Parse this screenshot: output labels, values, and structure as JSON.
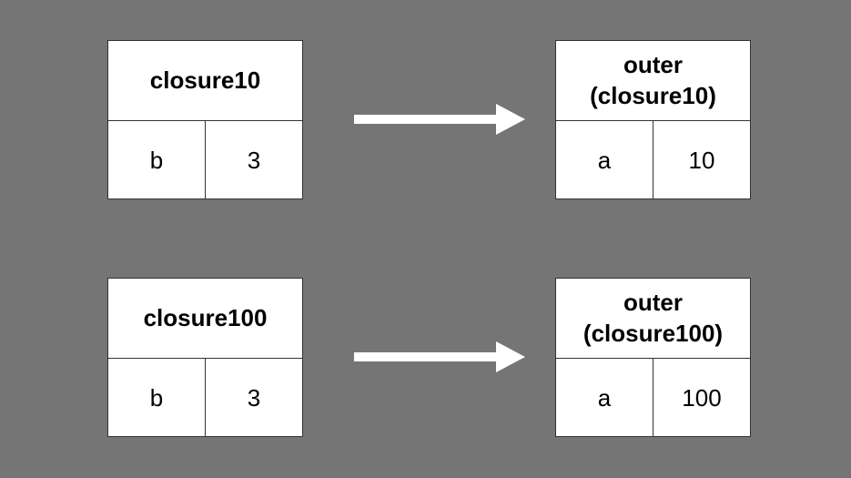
{
  "diagram": {
    "rows": [
      {
        "source": {
          "title": "closure10",
          "variable": "b",
          "value": "3"
        },
        "target": {
          "title_line1": "outer",
          "title_line2": "(closure10)",
          "variable": "a",
          "value": "10"
        }
      },
      {
        "source": {
          "title": "closure100",
          "variable": "b",
          "value": "3"
        },
        "target": {
          "title_line1": "outer",
          "title_line2": "(closure100)",
          "variable": "a",
          "value": "100"
        }
      }
    ]
  },
  "colors": {
    "background": "#757575",
    "box_fill": "#ffffff",
    "box_border": "#333333",
    "arrow": "#ffffff"
  }
}
